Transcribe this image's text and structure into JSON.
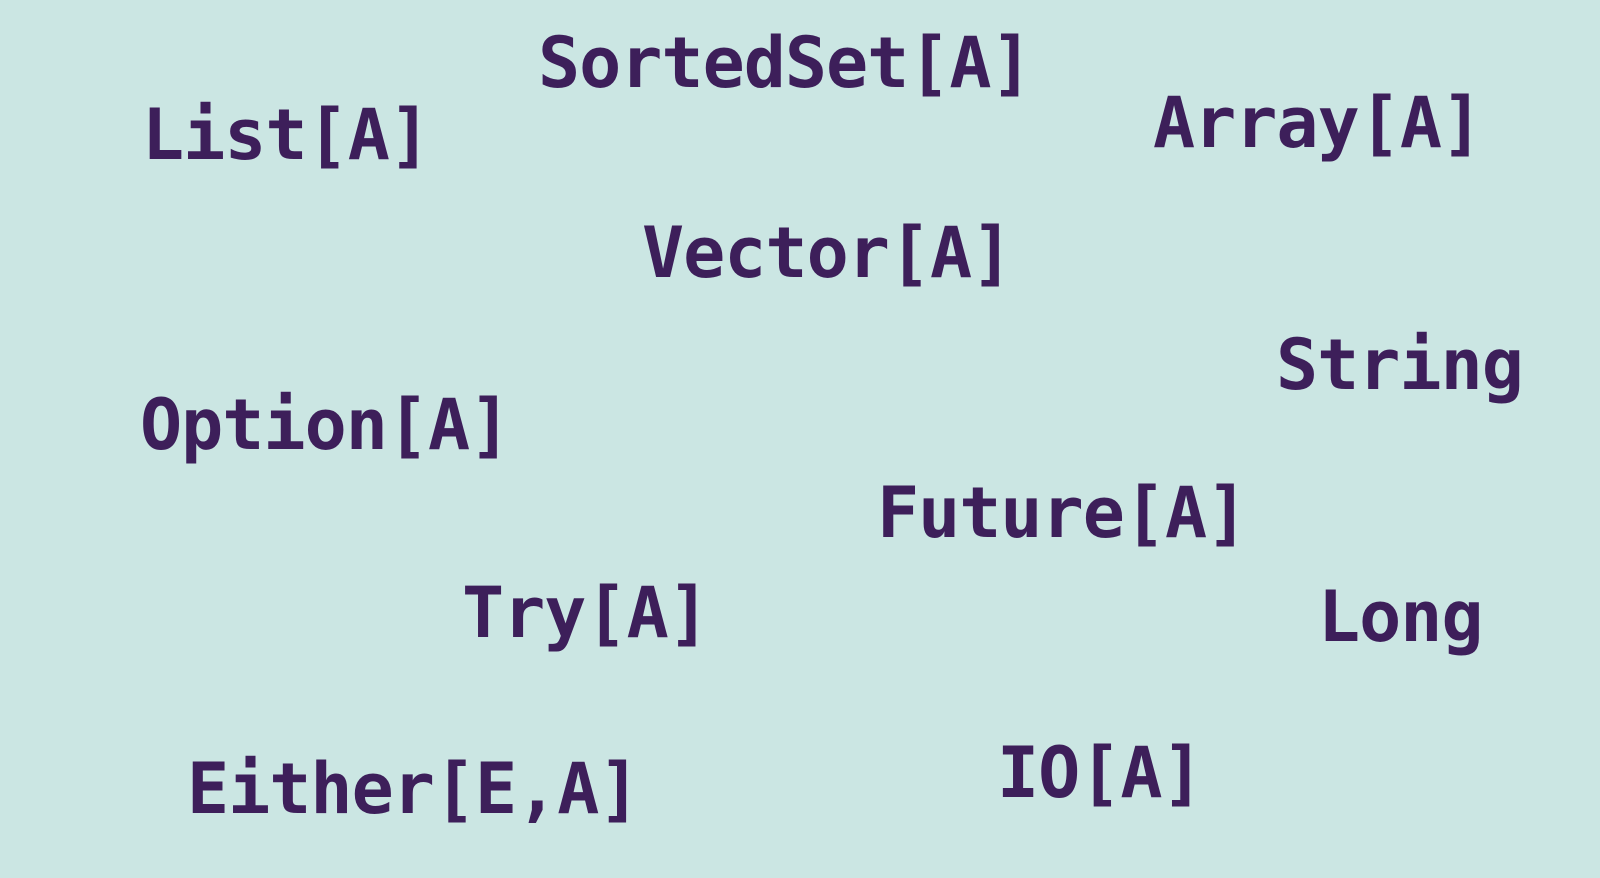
{
  "colors": {
    "background": "#cbe6e3",
    "text": "#3d1f5a"
  },
  "labels": {
    "sortedset": "SortedSet[A]",
    "list": "List[A]",
    "array": "Array[A]",
    "vector": "Vector[A]",
    "string": "String",
    "option": "Option[A]",
    "future": "Future[A]",
    "try": "Try[A]",
    "long": "Long",
    "either": "Either[E,A]",
    "io": "IO[A]"
  }
}
